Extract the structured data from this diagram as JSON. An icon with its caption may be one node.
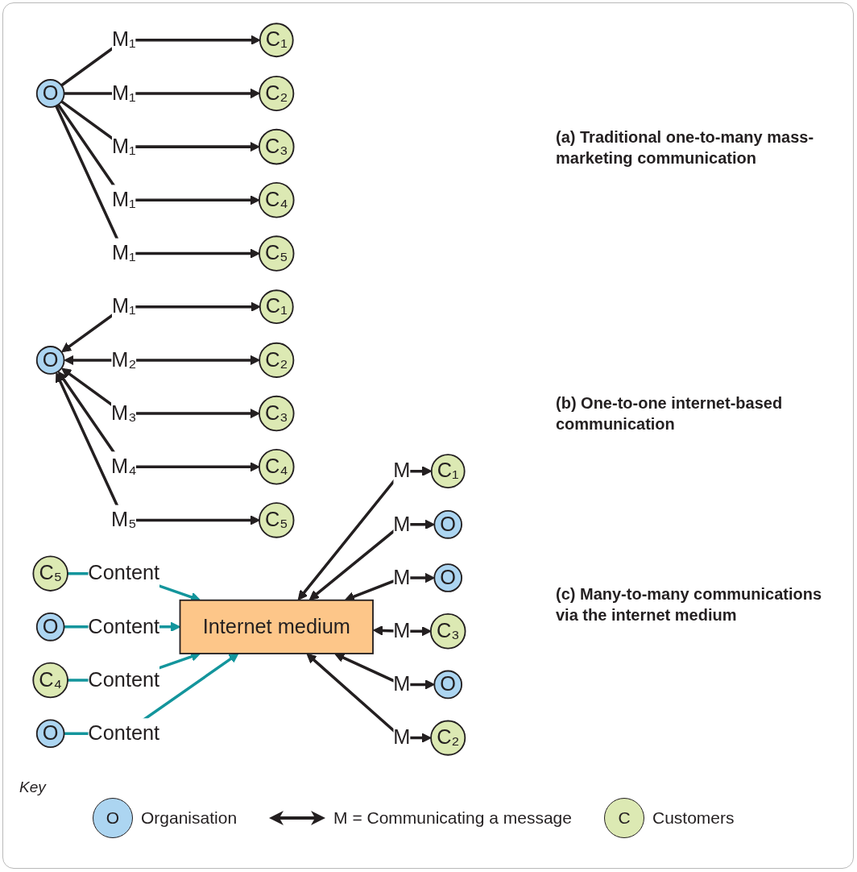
{
  "diagram": {
    "nodes": [
      {
        "text": [
          "O"
        ]
      },
      {
        "text": [
          "C₁"
        ]
      },
      {
        "text": [
          "C₂"
        ]
      },
      {
        "text": [
          "C₃"
        ]
      },
      {
        "text": [
          "C₄"
        ]
      },
      {
        "text": [
          "C₅"
        ]
      },
      {
        "text": [
          "O"
        ]
      },
      {
        "text": [
          "C₁"
        ]
      },
      {
        "text": [
          "C₂"
        ]
      },
      {
        "text": [
          "C₃"
        ]
      },
      {
        "text": [
          "C₄"
        ]
      },
      {
        "text": [
          "C₅"
        ]
      },
      {
        "text": [
          "C₁"
        ]
      },
      {
        "text": [
          "C₅"
        ]
      },
      {
        "text": [
          "O"
        ]
      },
      {
        "text": [
          "O"
        ]
      },
      {
        "text": [
          "Internet medium"
        ]
      },
      {
        "text": [
          "C₄"
        ]
      },
      {
        "text": [
          "O"
        ]
      },
      {
        "text": [
          "C₃"
        ]
      },
      {
        "text": [
          "O"
        ]
      },
      {
        "text": [
          "O"
        ]
      },
      {
        "text": [
          "C₂"
        ]
      }
    ],
    "edges": [
      {
        "from": 0,
        "to": 1,
        "arrow": "to",
        "label": "M₁"
      },
      {
        "from": 0,
        "to": 2,
        "arrow": "to",
        "label": "M₁"
      },
      {
        "from": 0,
        "to": 3,
        "arrow": "to",
        "label": "M₁"
      },
      {
        "from": 0,
        "to": 4,
        "arrow": "to",
        "label": "M₁"
      },
      {
        "from": 0,
        "to": 5,
        "arrow": "to",
        "label": "M₁"
      },
      {
        "from": 6,
        "to": 7,
        "arrow": "both",
        "label": "M₁"
      },
      {
        "from": 6,
        "to": 8,
        "arrow": "both",
        "label": "M₂"
      },
      {
        "from": 6,
        "to": 9,
        "arrow": "both",
        "label": "M₃"
      },
      {
        "from": 6,
        "to": 10,
        "arrow": "both",
        "label": "M₄"
      },
      {
        "from": 6,
        "to": 11,
        "arrow": "both",
        "label": "M₅"
      },
      {
        "from": 16,
        "to": 12,
        "arrow": "both",
        "label": "M"
      },
      {
        "from": 13,
        "to": 16,
        "arrow": "to",
        "label": "Content",
        "color": "#13959c"
      },
      {
        "from": 16,
        "to": 14,
        "arrow": "both",
        "label": "M"
      },
      {
        "from": 15,
        "to": 16,
        "arrow": "to",
        "label": "Content",
        "color": "#13959c"
      },
      {
        "from": 17,
        "to": 16,
        "arrow": "to",
        "label": "Content",
        "color": "#13959c"
      },
      {
        "from": 16,
        "to": 18,
        "arrow": "both",
        "label": "M"
      },
      {
        "from": 16,
        "to": 19,
        "arrow": "both",
        "label": "M"
      },
      {
        "from": 16,
        "to": 20,
        "arrow": "both",
        "label": "M"
      },
      {
        "from": 21,
        "to": 16,
        "arrow": "to",
        "label": "Content",
        "color": "#13959c"
      },
      {
        "from": 16,
        "to": 22,
        "arrow": "both",
        "label": "M"
      }
    ],
    "labels": [
      "(a) Traditional one-to-many mass-marketing communication",
      "(b) One-to-one internet-based communication",
      "(c) Many-to-many communications via the internet medium",
      "Key",
      "O",
      "C"
    ],
    "legend": [
      {
        "text": "Organisation",
        "color": "#acd5f1"
      },
      {
        "text": "M = Communicating a message"
      },
      {
        "text": "Customers",
        "color": "#dce9b3"
      }
    ]
  }
}
